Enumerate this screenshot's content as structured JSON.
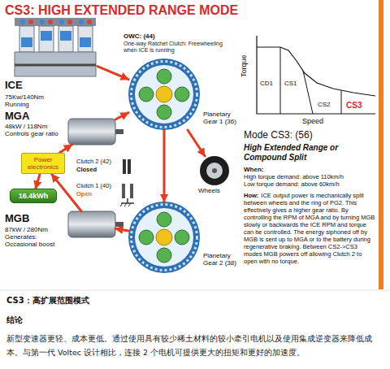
{
  "diagram": {
    "title": "CS3: HIGH EXTENDED RANGE MODE",
    "nodes": [
      {
        "text": [
          "ICE",
          "75Kw/140Nm Running"
        ]
      },
      {
        "text": [
          "Planetary Gear 1 (36)"
        ]
      },
      {
        "text": [
          "MGA",
          "48kW / 118Nm Controls gear ratio"
        ]
      },
      {
        "text": [
          "Power electronics"
        ]
      },
      {
        "text": [
          "Clutch 2 (42)",
          "Closed"
        ]
      },
      {
        "text": [
          "Wheels"
        ]
      },
      {
        "text": [
          "16.4kWh"
        ]
      },
      {
        "text": [
          "Clutch 1 (40)",
          "Open"
        ]
      },
      {
        "text": [
          "MGB",
          "87kW / 280Nm Generates: Occasional boost"
        ]
      },
      {
        "text": [
          "Planetary Gear 2 (38)"
        ]
      }
    ],
    "edges": [
      {
        "from": 0,
        "to": 1,
        "arrow": "to"
      },
      {
        "from": 1,
        "to": 5,
        "arrow": "to"
      },
      {
        "from": 1,
        "to": 9,
        "arrow": "to"
      },
      {
        "from": 9,
        "to": 8,
        "arrow": "to"
      },
      {
        "from": 8,
        "to": 3,
        "arrow": "to"
      },
      {
        "from": 3,
        "to": 2,
        "arrow": "to"
      },
      {
        "from": 3,
        "to": 6,
        "arrow": "to"
      },
      {
        "from": 2,
        "to": 1,
        "arrow": "to"
      }
    ],
    "labels": [
      "OWC: (44)",
      "One-way Ratchet Clutch: Freewheeling when ICE is running",
      "Torque",
      "Speed",
      "CD1",
      "CS1",
      "CS2",
      "CS3",
      "Mode CS3: (56)",
      "High Extended Range or Compound Split",
      "When:",
      "High torque demand: above 110km/h",
      "Low torque demand: above 60km/h",
      "How:",
      "ICE output power is mechanically split between wheels and the ring of PG2. This effectively gives a higher gear ratio. By controlling the RPM of MGA and by turning MGB slowly or backwards the ICE RPM and torque can be controlled. The energy siphoned off by MGB is sent up to MGA or to the battery during regenerative braking. Between CS2->CS3 modes MGB powers off allowing Clutch 2 to open with no torque.",
      "CS3：高扩展范围模式",
      "结论",
      "新型变速器更轻、成本更低。通过使用具有较少稀土材料的较小牵引电机以及使用集成逆变器来降低成本。与第一代 Voltec 设计相比，连接 2 个电机可提供更大的扭矩和更好的加速度。"
    ]
  }
}
